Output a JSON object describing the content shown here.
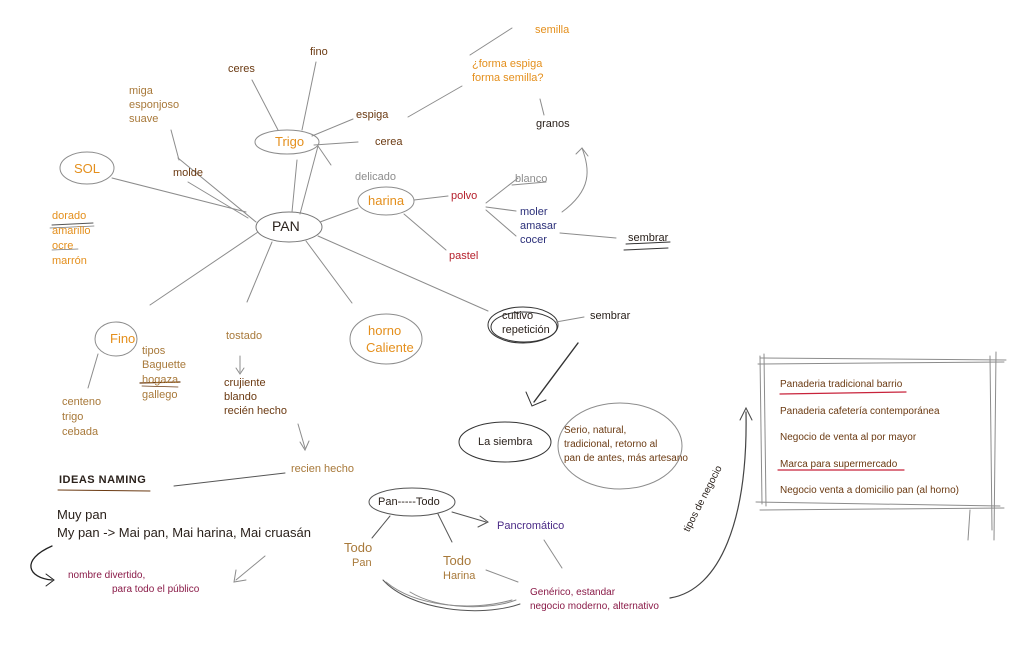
{
  "map": {
    "center": "PAN",
    "trigo": {
      "label": "Trigo",
      "ceres": "ceres",
      "fino": "fino",
      "espiga": "espiga",
      "cerea": "cerea",
      "delicado": "delicado"
    },
    "semilla": {
      "semilla": "semilla",
      "forma_1": "¿forma espiga",
      "forma_2": "forma semilla?",
      "granos": "granos"
    },
    "harina": {
      "label": "harina",
      "polvo": "polvo",
      "blanco": "blanco",
      "moler": "moler",
      "amasar": "amasar",
      "cocer": "cocer",
      "sembrar": "sembrar",
      "pastel": "pastel"
    },
    "molde": {
      "miga": "miga",
      "esponjoso": "esponjoso",
      "suave": "suave",
      "label": "molde"
    },
    "sol": {
      "label": "SOL",
      "colors": [
        "dorado",
        "amarillo",
        "ocre",
        "marrón"
      ]
    },
    "fino": {
      "label": "Fino",
      "tipos": [
        "tipos",
        "Baguette",
        "hogaza",
        "gallego"
      ],
      "cereales": [
        "centeno",
        "trigo",
        "cebada"
      ]
    },
    "tostado": {
      "label": "tostado",
      "items": [
        "crujiente",
        "blando",
        "recién hecho"
      ],
      "recien": "recien hecho"
    },
    "horno": {
      "line1": "horno",
      "line2": "Caliente"
    },
    "cultivo": {
      "line1": "cultivo",
      "line2": "repetición",
      "sembrar": "sembrar"
    },
    "siembra": {
      "label": "La siembra",
      "desc": [
        "Serio, natural,",
        "tradicional, retorno al",
        "pan de antes, más artesano"
      ]
    },
    "naming": {
      "title": "IDEAS NAMING",
      "muy": "Muy pan",
      "my": "My pan -> Mai pan, Mai harina, Mai cruasán",
      "nombre_1": "nombre divertido,",
      "nombre_2": "para todo el público"
    },
    "pantodo": {
      "label": "Pan-----Todo",
      "pancromatico": "Pancromático",
      "todo_pan_1": "Todo",
      "todo_pan_2": "Pan",
      "todo_harina_1": "Todo",
      "todo_harina_2": "Harina",
      "generico_1": "Genérico, estandar",
      "generico_2": "negocio moderno, alternativo"
    },
    "tipos_negocio": "tipos de negocio",
    "negocios": [
      "Panaderia tradicional barrio",
      "Panaderia cafetería contemporánea",
      "Negocio de venta al por mayor",
      "Marca para supermercado",
      "Negocio venta a domicilio pan (al horno)"
    ]
  },
  "colors": {
    "orange": "#e48f1c",
    "tan": "#a8793a",
    "brown": "#6b3a12",
    "red": "#b51f2b",
    "navy": "#2b2f79",
    "purple": "#4a2a86",
    "maroon": "#8a1b48",
    "pencil": "#8c8c8c"
  }
}
